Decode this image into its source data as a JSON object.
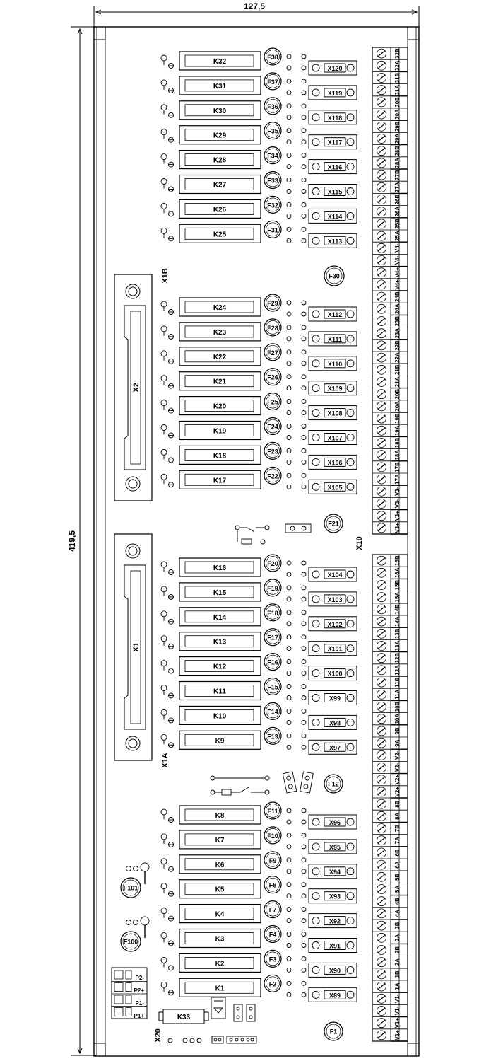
{
  "dimensions": {
    "width": "127,5",
    "height": "419,5"
  },
  "connectors": {
    "x1a": "X1A",
    "x1b": "X1B",
    "x1": "X1",
    "x2": "X2",
    "x10": "X10",
    "x20": "X20"
  },
  "relays": [
    "K32",
    "K31",
    "K30",
    "K29",
    "K28",
    "K27",
    "K26",
    "K25",
    "K24",
    "K23",
    "K22",
    "K21",
    "K20",
    "K19",
    "K18",
    "K17",
    "K16",
    "K15",
    "K14",
    "K13",
    "K12",
    "K11",
    "K10",
    "K9",
    "K8",
    "K7",
    "K6",
    "K5",
    "K4",
    "K3",
    "K2",
    "K1"
  ],
  "fuses": [
    "F38",
    "F37",
    "F36",
    "F35",
    "F34",
    "F33",
    "F32",
    "F31",
    "F29",
    "F28",
    "F27",
    "F26",
    "F25",
    "F24",
    "F23",
    "F22",
    "F20",
    "F19",
    "F18",
    "F17",
    "F16",
    "F15",
    "F14",
    "F13",
    "F11",
    "F10",
    "F9",
    "F8",
    "F7",
    "F4",
    "F3",
    "F2"
  ],
  "indicators": [
    "X120",
    "X119",
    "X118",
    "X117",
    "X116",
    "X115",
    "X114",
    "X113",
    "X112",
    "X111",
    "X110",
    "X109",
    "X108",
    "X107",
    "X106",
    "X105",
    "X104",
    "X103",
    "X102",
    "X101",
    "X100",
    "X99",
    "X98",
    "X97",
    "X96",
    "X95",
    "X94",
    "X93",
    "X92",
    "X91",
    "X90",
    "X89"
  ],
  "extra_fuses": {
    "f30": "F30",
    "f21": "F21",
    "f12": "F12",
    "f1": "F1",
    "f101": "F101",
    "f100": "F100"
  },
  "relay_k33": "K33",
  "terminals_top": [
    "32B",
    "32A",
    "31B",
    "31A",
    "30B",
    "30A",
    "29B",
    "29A",
    "28B",
    "28A",
    "27B",
    "27A",
    "26B",
    "26A",
    "25B",
    "25A",
    "V4-",
    "V4-",
    "V4+",
    "V4+",
    "24B",
    "24A",
    "23B",
    "23A",
    "22B",
    "22A",
    "21B",
    "21A",
    "20B",
    "20A",
    "19B",
    "19A",
    "18B",
    "18A",
    "17B",
    "17A",
    "V3-",
    "V3-",
    "V3+",
    "V3+"
  ],
  "terminals_bottom": [
    "16B",
    "16A",
    "15B",
    "15A",
    "14B",
    "14A",
    "13B",
    "13A",
    "12B",
    "12A",
    "11B",
    "11A",
    "10B",
    "10A",
    "9B",
    "9A",
    "V2-",
    "V2-",
    "V2+",
    "V2+",
    "8B",
    "8A",
    "7B",
    "7A",
    "6B",
    "6A",
    "5B",
    "5A",
    "4B",
    "4A",
    "3B",
    "3A",
    "2B",
    "2A",
    "1B",
    "1A",
    "V1-",
    "V1-",
    "V1+",
    "V1+"
  ],
  "power_labels": [
    "P2-",
    "P2+",
    "P1-",
    "P1+"
  ]
}
